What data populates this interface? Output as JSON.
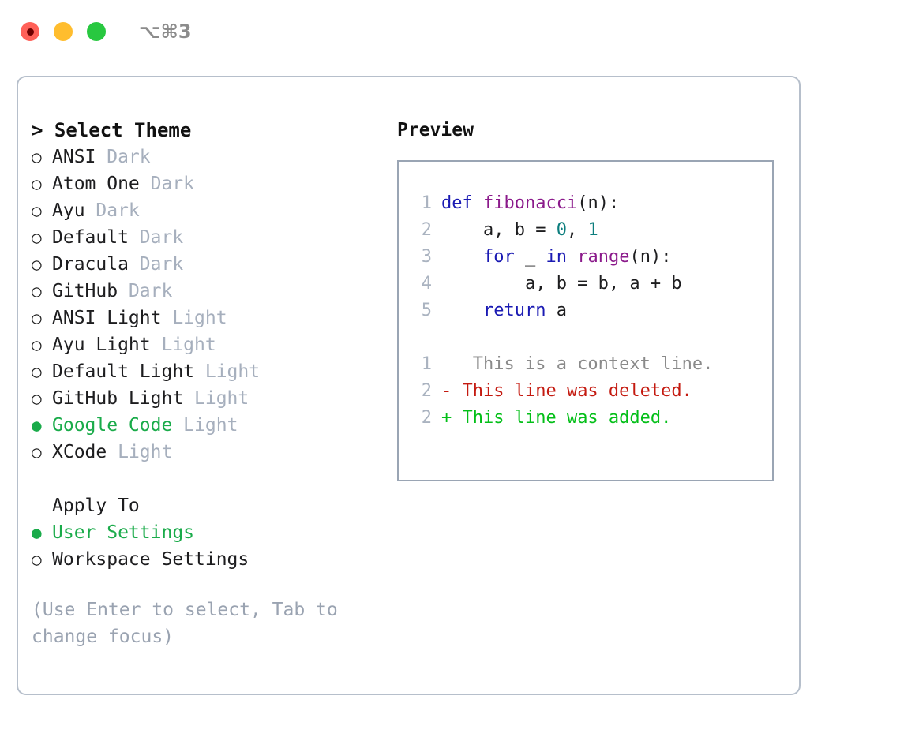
{
  "titlebar": {
    "shortcut": "⌥⌘3",
    "buttons": [
      {
        "name": "close",
        "color": "#ff6058"
      },
      {
        "name": "minimize",
        "color": "#ffbd2e"
      },
      {
        "name": "maximize",
        "color": "#28c840"
      }
    ]
  },
  "colors": {
    "selected_green": "#1aab4a",
    "muted": "#a6afbd",
    "hint": "#9aa3b1",
    "panel_border": "#b6bfcb",
    "preview_border": "#9aa5b4",
    "keyword": "#1a1ab3",
    "function": "#8b1a8b",
    "number": "#0b7d7d",
    "lineno": "#aab3c0",
    "diff_context": "#8a8a8a",
    "diff_deleted": "#c41a10",
    "diff_added": "#03bf18"
  },
  "theme_section": {
    "title": "> Select Theme",
    "marker_selected": "●",
    "marker_unselected": "○",
    "items": [
      {
        "name": "ANSI",
        "kind": "Dark",
        "selected": false
      },
      {
        "name": "Atom One",
        "kind": "Dark",
        "selected": false
      },
      {
        "name": "Ayu",
        "kind": "Dark",
        "selected": false
      },
      {
        "name": "Default",
        "kind": "Dark",
        "selected": false
      },
      {
        "name": "Dracula",
        "kind": "Dark",
        "selected": false
      },
      {
        "name": "GitHub",
        "kind": "Dark",
        "selected": false
      },
      {
        "name": "ANSI Light",
        "kind": "Light",
        "selected": false
      },
      {
        "name": "Ayu Light",
        "kind": "Light",
        "selected": false
      },
      {
        "name": "Default Light",
        "kind": "Light",
        "selected": false
      },
      {
        "name": "GitHub Light",
        "kind": "Light",
        "selected": false
      },
      {
        "name": "Google Code",
        "kind": "Light",
        "selected": true
      },
      {
        "name": "XCode",
        "kind": "Light",
        "selected": false
      }
    ]
  },
  "apply_section": {
    "title": "Apply To",
    "items": [
      {
        "name": "User Settings",
        "selected": true
      },
      {
        "name": "Workspace Settings",
        "selected": false
      }
    ]
  },
  "hint": "(Use Enter to select, Tab to change focus)",
  "preview": {
    "label": "Preview",
    "code_lines": [
      {
        "no": "1",
        "tokens": [
          {
            "t": "def ",
            "c": "kw"
          },
          {
            "t": "fibonacci",
            "c": "fn"
          },
          {
            "t": "(n):",
            "c": "plain"
          }
        ]
      },
      {
        "no": "2",
        "tokens": [
          {
            "t": "    a, b = ",
            "c": "plain"
          },
          {
            "t": "0",
            "c": "num"
          },
          {
            "t": ", ",
            "c": "plain"
          },
          {
            "t": "1",
            "c": "num"
          }
        ]
      },
      {
        "no": "3",
        "tokens": [
          {
            "t": "    ",
            "c": "plain"
          },
          {
            "t": "for",
            "c": "kw"
          },
          {
            "t": " _ ",
            "c": "plain"
          },
          {
            "t": "in",
            "c": "kw"
          },
          {
            "t": " ",
            "c": "plain"
          },
          {
            "t": "range",
            "c": "fn"
          },
          {
            "t": "(n):",
            "c": "plain"
          }
        ]
      },
      {
        "no": "4",
        "tokens": [
          {
            "t": "        a, b = b, a + b",
            "c": "plain"
          }
        ]
      },
      {
        "no": "5",
        "tokens": [
          {
            "t": "    ",
            "c": "plain"
          },
          {
            "t": "return",
            "c": "kw"
          },
          {
            "t": " a",
            "c": "plain"
          }
        ]
      }
    ],
    "diff_lines": [
      {
        "no": "1",
        "sign": " ",
        "text": "  This is a context line.",
        "kind": "ctx"
      },
      {
        "no": "2",
        "sign": "-",
        "text": " This line was deleted.",
        "kind": "del"
      },
      {
        "no": "2",
        "sign": "+",
        "text": " This line was added.",
        "kind": "add"
      }
    ]
  }
}
